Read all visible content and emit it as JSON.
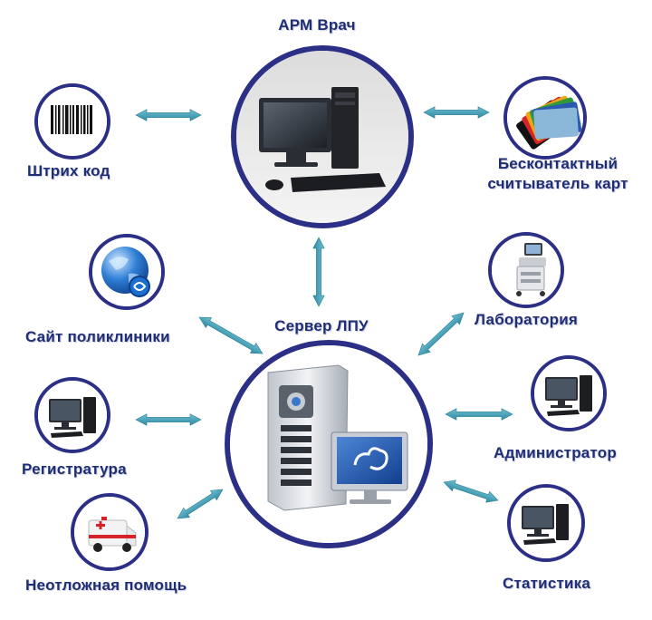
{
  "labels": {
    "arm_doctor": "АРМ Врач",
    "barcode": "Штрих код",
    "card_reader_line1": "Бесконтактный",
    "card_reader_line2": "считыватель карт",
    "clinic_site": "Сайт поликлиники",
    "server": "Сервер ЛПУ",
    "laboratory": "Лаборатория",
    "registry": "Регистратура",
    "administrator": "Администратор",
    "emergency": "Неотложная помощь",
    "statistics": "Статистика"
  },
  "colors": {
    "label_text": "#1f2d73",
    "circle_border": "#2c2f86",
    "arrow": "#3f9cb2"
  },
  "icons": {
    "arm_doctor": "desktop-computer-icon",
    "barcode": "barcode-icon",
    "card_reader": "smart-cards-icon",
    "clinic_site": "globe-icon",
    "server": "server-tower-icon",
    "laboratory": "ultrasound-machine-icon",
    "registry": "desktop-computer-icon",
    "administrator": "desktop-computer-icon",
    "emergency": "ambulance-icon",
    "statistics": "desktop-computer-icon"
  }
}
